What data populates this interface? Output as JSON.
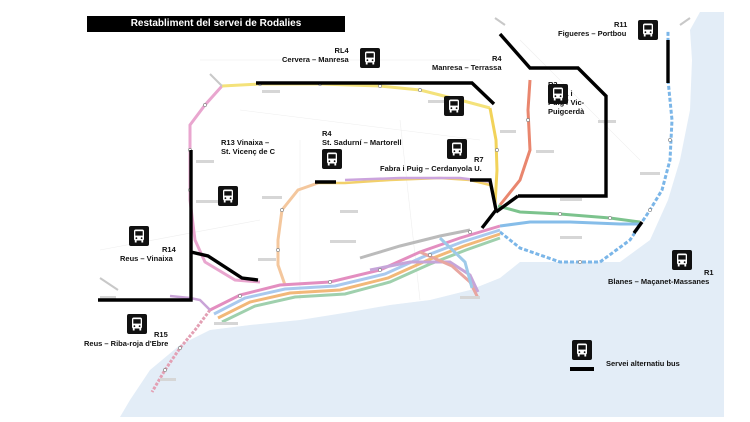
{
  "title": "Restabliment del servei de Rodalies",
  "legend": {
    "label": "Servei alternatiu bus",
    "icon": "bus-icon"
  },
  "routes": [
    {
      "id": "rl4",
      "line": "RL4",
      "name": "Cervera – Manresa"
    },
    {
      "id": "r4a",
      "line": "R4",
      "name": "Manresa – Terrassa"
    },
    {
      "id": "r11",
      "line": "R11",
      "name": "Figueres – Portbou"
    },
    {
      "id": "r3",
      "line": "R3",
      "name_lines": [
        "Fabra i",
        "Puig / Vic-",
        "Puigcerdà"
      ]
    },
    {
      "id": "r13",
      "line": "R13",
      "name_lines": [
        "R13  Vinaixa –",
        "St. Vicenç de C"
      ]
    },
    {
      "id": "r4b",
      "line": "R4",
      "name": "St. Sadurní – Martorell"
    },
    {
      "id": "r7",
      "line": "R7",
      "name": "Fabra i Puig – Cerdanyola U."
    },
    {
      "id": "r14",
      "line": "R14",
      "name": "Reus – Vinaixa"
    },
    {
      "id": "r1",
      "line": "R1",
      "name": "Blanes – Maçanet-Massanes"
    },
    {
      "id": "r15",
      "line": "R15",
      "name": "Reus – Riba-roja d'Ebre"
    }
  ],
  "colors": {
    "bus": "#000000",
    "sea": "#dde9f5",
    "r1": "#7bb6e8",
    "r2": "#3aa55d",
    "r3": "#e25a4a",
    "r4": "#f2c94c",
    "r7": "#c79ad6",
    "r8": "#d99ac2",
    "rl3": "#f0b27a",
    "r15": "#a37bbf",
    "r16": "#c9305a",
    "r13": "#e38ec0",
    "grey": "#9aa3ad"
  }
}
